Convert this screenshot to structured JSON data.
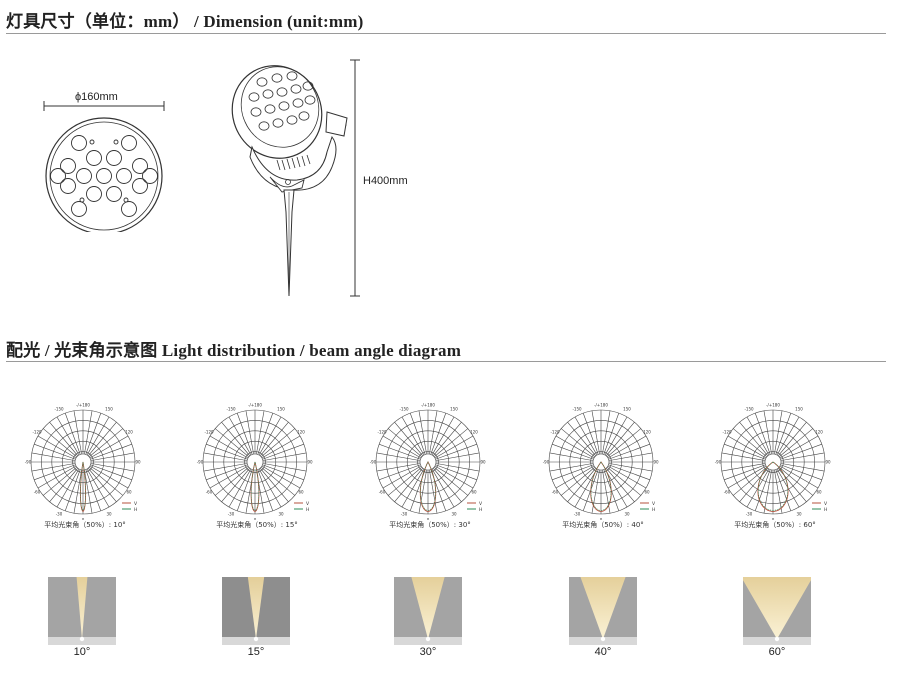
{
  "dimension_section": {
    "title": "灯具尺寸（单位：mm） / Dimension (unit:mm)",
    "diameter_label": "ϕ160mm",
    "height_label": "H400mm"
  },
  "distribution_section": {
    "title": "配光 / 光束角示意图   Light distribution / beam angle diagram"
  },
  "polar_tick_labels": [
    "-150",
    "150",
    "-120",
    "120",
    "-90",
    "90",
    "-60",
    "60",
    "-30",
    "30",
    "-/+180",
    "0"
  ],
  "polar_legend": [
    "V",
    "H"
  ],
  "colors": {
    "v_curve": "#b5503c",
    "h_curve": "#2e8b57",
    "rule": "#9a9a9a"
  },
  "beam_diagrams": [
    {
      "angle": 10,
      "caption": "平均光束角（50%）: 10°",
      "label": "10°"
    },
    {
      "angle": 15,
      "caption": "平均光束角（50%）: 15°",
      "label": "15°"
    },
    {
      "angle": 30,
      "caption": "平均光束角（50%）: 30°",
      "label": "30°"
    },
    {
      "angle": 40,
      "caption": "平均光束角（50%）: 40°",
      "label": "40°"
    },
    {
      "angle": 60,
      "caption": "平均光束角（50%）: 60°",
      "label": "60°"
    }
  ]
}
